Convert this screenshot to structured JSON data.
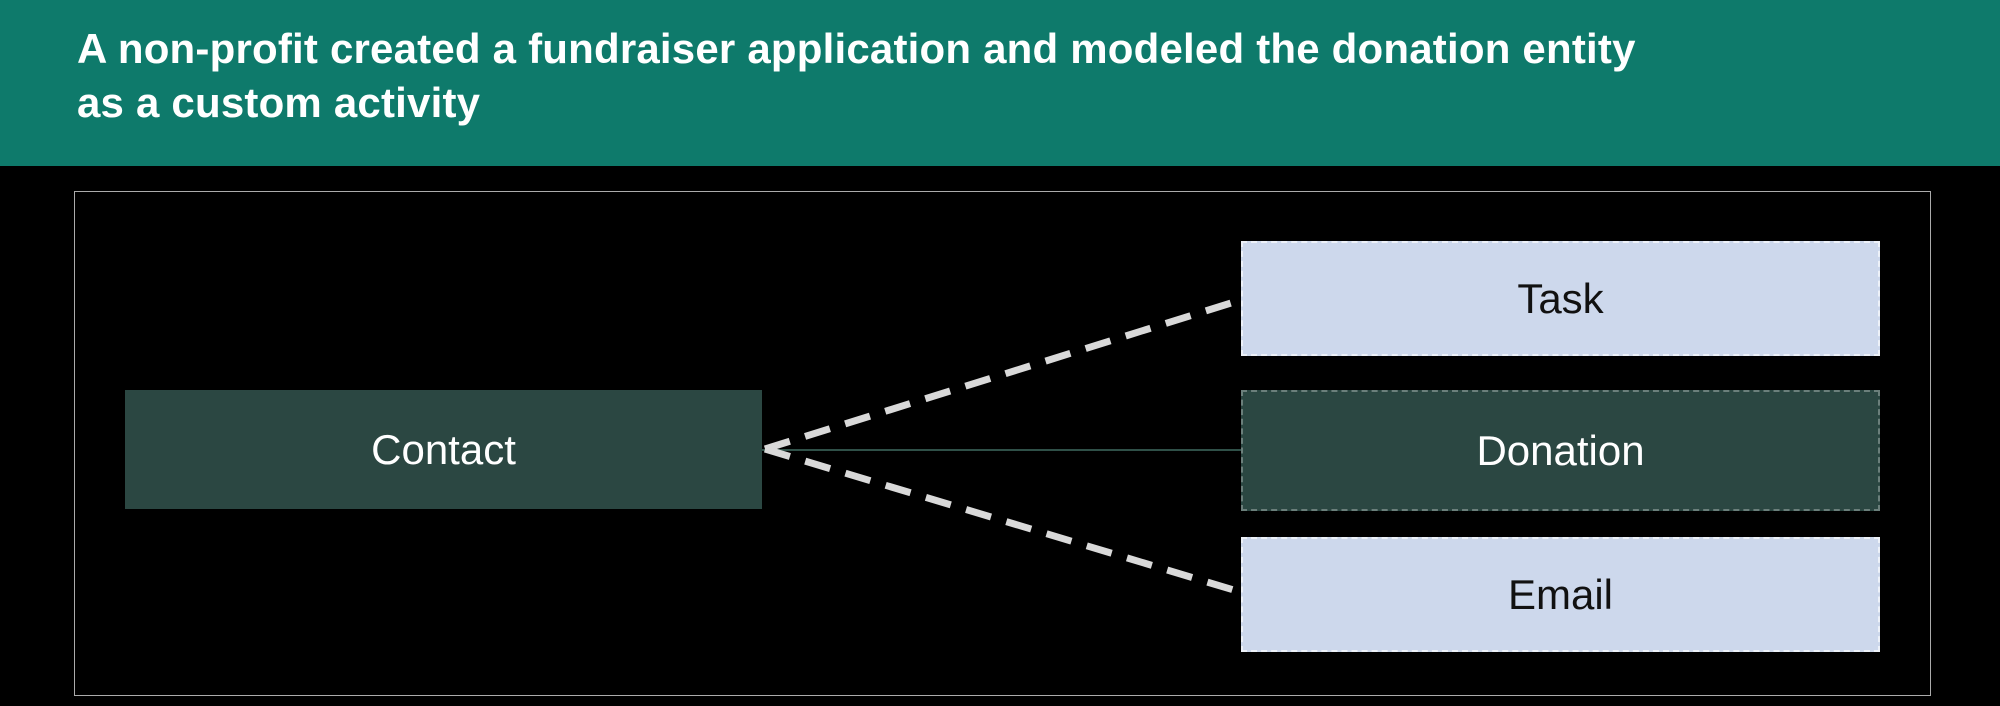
{
  "banner": {
    "title": "A non-profit created a fundraiser application and modeled the donation entity as a custom activity",
    "title_line1": "A non-profit created a fundraiser application and modeled the donation entity",
    "title_line2": "as a custom activity",
    "bg_color": "#0E7A6B",
    "text_color": "#FFFFFF"
  },
  "diagram": {
    "nodes": {
      "contact": {
        "label": "Contact",
        "fill": "#2B4742",
        "text_color": "#FFFFFF"
      },
      "task": {
        "label": "Task",
        "fill": "#CDD8EC",
        "text_color": "#111111"
      },
      "donation": {
        "label": "Donation",
        "fill": "#2B4742",
        "text_color": "#FFFFFF"
      },
      "email": {
        "label": "Email",
        "fill": "#CDD8EC",
        "text_color": "#111111"
      }
    },
    "edges": [
      {
        "from": "contact",
        "to": "task",
        "style": "dashed"
      },
      {
        "from": "contact",
        "to": "donation",
        "style": "solid"
      },
      {
        "from": "contact",
        "to": "email",
        "style": "dashed"
      }
    ],
    "colors": {
      "dashed_edge": "#D9D9D9",
      "solid_edge": "#2F5048",
      "frame_border": "#ABABAB",
      "background": "#000000"
    }
  }
}
